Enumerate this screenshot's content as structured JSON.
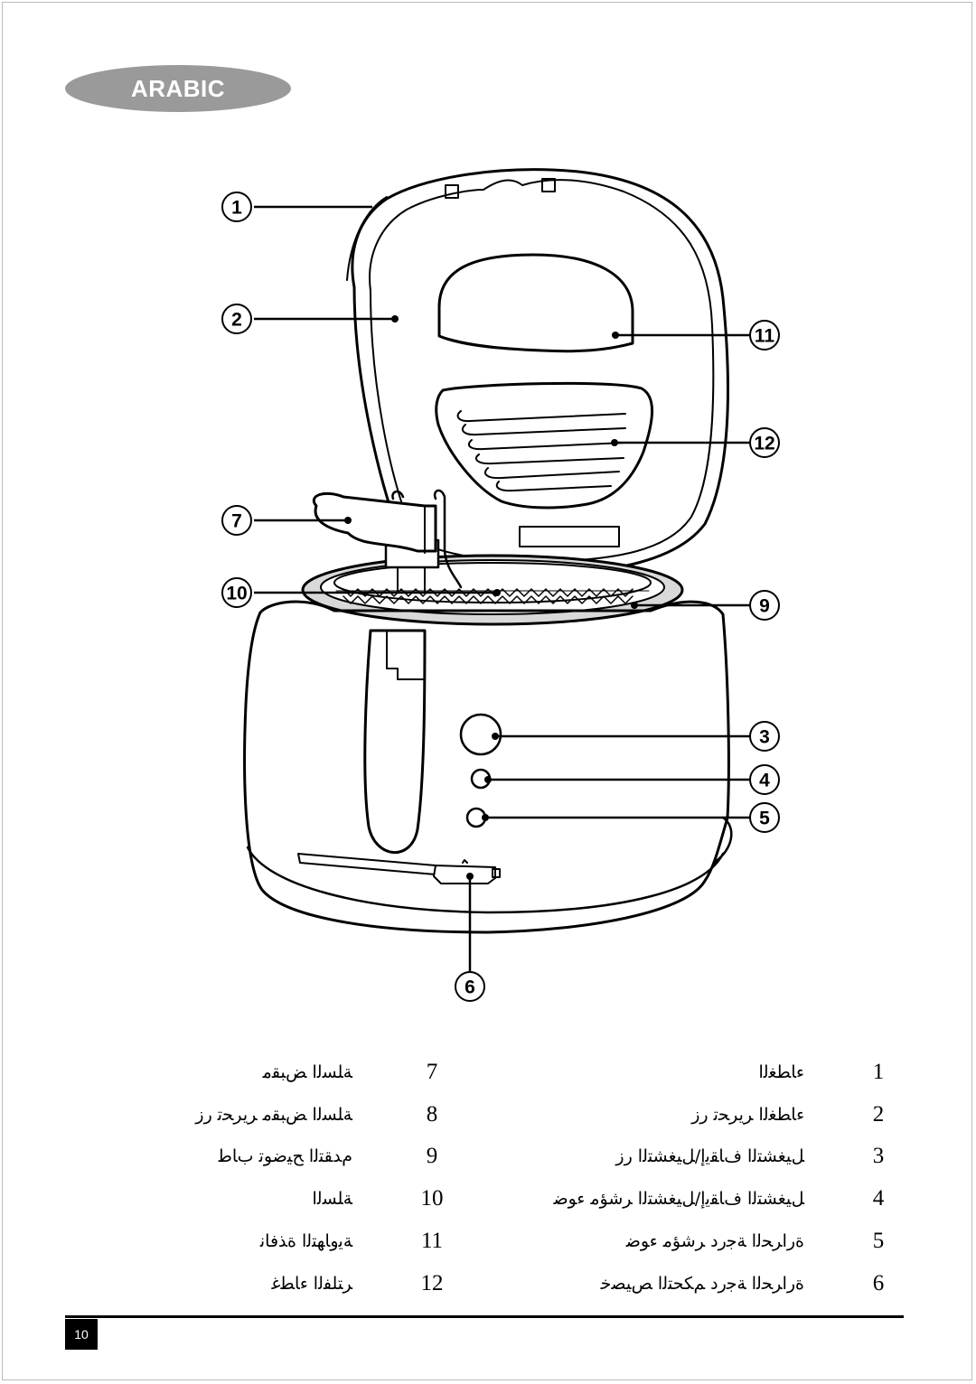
{
  "header": {
    "language_label": "ARABIC"
  },
  "callouts": [
    "1",
    "2",
    "3",
    "4",
    "5",
    "6",
    "7",
    "9",
    "10",
    "11",
    "12"
  ],
  "legend": {
    "right_column": [
      {
        "num": "1",
        "text": "ءﺎﻄﻐﻟا"
      },
      {
        "num": "2",
        "text": "ءﺎﻄﻐﻟا ﺮﻳﺮﺤﺗ رز"
      },
      {
        "num": "3",
        "text": "ﻞﻴﻐﺸﺘﻟا فﺎﻘﻳإ/ﻞﻴﻐﺸﺘﻟا رز"
      },
      {
        "num": "4",
        "text": "ﻞﻴﻐﺸﺘﻟا فﺎﻘﻳإ/ﻞﻴﻐﺸﺘﻟا ﺮﺷﺆﻣ ءﻮﺿ"
      },
      {
        "num": "5",
        "text": "ةراﺮﺤﻟا ﺔﺟرد ﺮﺷﺆﻣ ءﻮﺿ"
      },
      {
        "num": "6",
        "text": "ةراﺮﺤﻟا ﺔﺟرد ﻢﻜﺤﺘﻟا ﺺﻴﺼﺧ"
      }
    ],
    "left_column": [
      {
        "num": "7",
        "text": "ﺔﻠﺴﻟا ﺾﺒﻘﻣ"
      },
      {
        "num": "8",
        "text": "ﺔﻠﺴﻟا ﺾﺒﻘﻣ ﺮﻳﺮﺤﺗ رز"
      },
      {
        "num": "9",
        "text": "مﺪﻘﺘﻟا ﺢﻴﺿﻮﺗ بﺎﻃ"
      },
      {
        "num": "10",
        "text": "ﺔﻠﺴﻟا"
      },
      {
        "num": "11",
        "text": "ﺔﻳوﺎﻬﺘﻟا ةﺬﻓﺎﻧ"
      },
      {
        "num": "12",
        "text": "ﺮﺘﻠﻔﻟا ءﺎﻄﻏ"
      }
    ]
  },
  "footer": {
    "page_number": "10"
  }
}
